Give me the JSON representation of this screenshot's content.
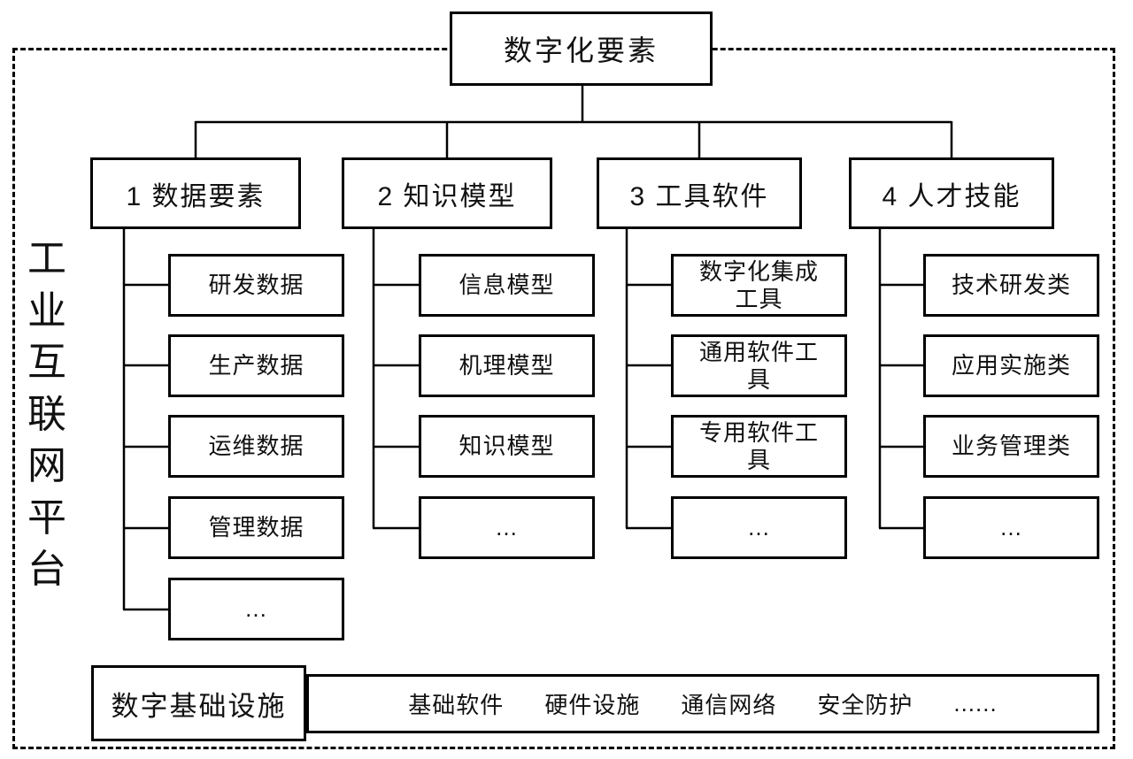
{
  "diagram": {
    "platform_label": "工业互联网平台",
    "root_label": "数字化要素",
    "branches": [
      {
        "label": "1 数据要素",
        "children": [
          "研发数据",
          "生产数据",
          "运维数据",
          "管理数据",
          "..."
        ]
      },
      {
        "label": "2 知识模型",
        "children": [
          "信息模型",
          "机理模型",
          "知识模型",
          "..."
        ]
      },
      {
        "label": "3 工具软件",
        "children": [
          "数字化集成工具",
          "通用软件工具",
          "专用软件工具",
          "..."
        ]
      },
      {
        "label": "4 人才技能",
        "children": [
          "技术研发类",
          "应用实施类",
          "业务管理类",
          "..."
        ]
      }
    ],
    "foundation": {
      "label": "数字基础设施",
      "items": [
        "基础软件",
        "硬件设施",
        "通信网络",
        "安全防护",
        "......"
      ]
    },
    "colors": {
      "line": "#000000",
      "background": "#ffffff",
      "text": "#111111"
    }
  }
}
